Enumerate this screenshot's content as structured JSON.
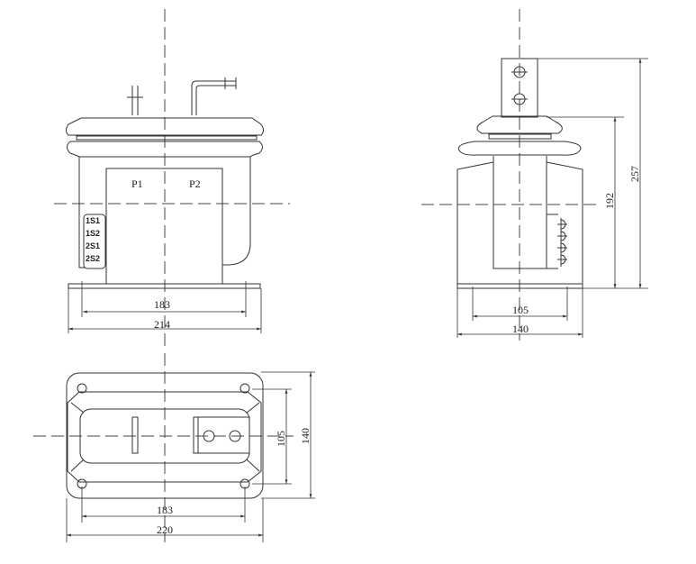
{
  "front_view": {
    "labels": {
      "p1": "P1",
      "p2": "P2"
    },
    "terminals": [
      "1S1",
      "1S2",
      "2S1",
      "2S2"
    ],
    "dimensions": {
      "inner_width": "183",
      "outer_width": "214"
    }
  },
  "side_view": {
    "dimensions": {
      "inner_width": "105",
      "outer_width": "140",
      "body_height": "192",
      "total_height": "257"
    }
  },
  "bottom_view": {
    "dimensions": {
      "hole_spacing_x": "183",
      "outer_width": "220",
      "hole_spacing_y": "105",
      "outer_depth": "140"
    }
  }
}
